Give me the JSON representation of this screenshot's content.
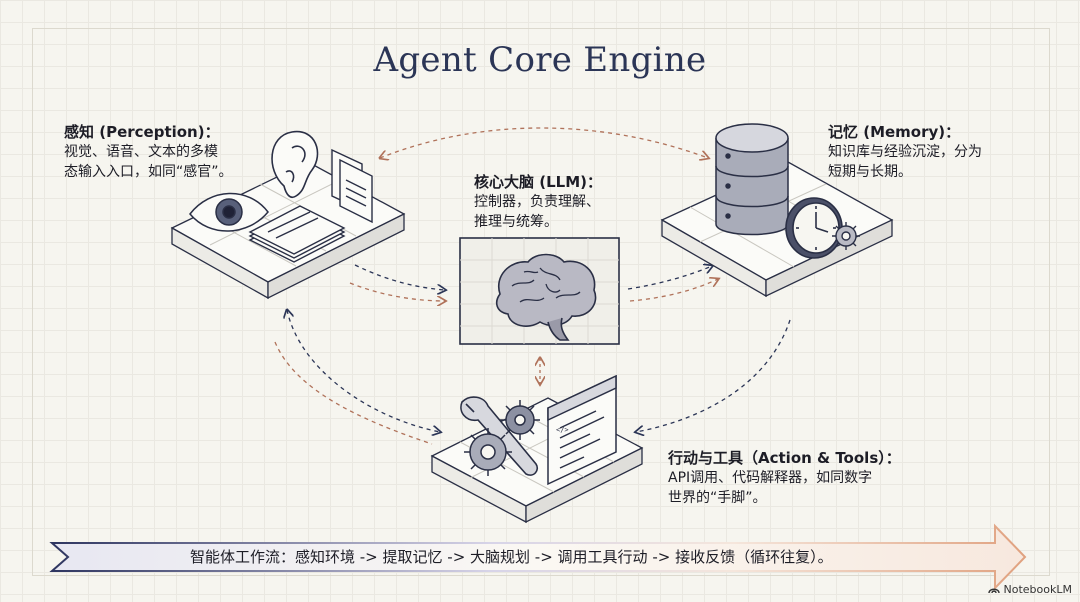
{
  "title": "Agent Core Engine",
  "perception": {
    "heading": "感知 (Perception)：",
    "line1": "视觉、语音、文本的多模",
    "line2": "态输入入口，如同“感官”。"
  },
  "core": {
    "heading": "核心大脑 (LLM)：",
    "line1": "控制器，负责理解、",
    "line2": "推理与统筹。"
  },
  "memory": {
    "heading": "记忆 (Memory)：",
    "line1": "知识库与经验沉淀，分为",
    "line2": "短期与长期。"
  },
  "action": {
    "heading": "行动与工具（Action & Tools）：",
    "line1": "API调用、代码解释器，如同数字",
    "line2": "世界的“手脚”。"
  },
  "workflow": "智能体工作流：感知环境 -> 提取记忆 -> 大脑规划 -> 调用工具行动 -> 接收反馈（循环往复）。",
  "brand": "NotebookLM",
  "colors": {
    "navy": "#2b3556",
    "rust": "#b0725a",
    "ink": "#2a2f45"
  }
}
